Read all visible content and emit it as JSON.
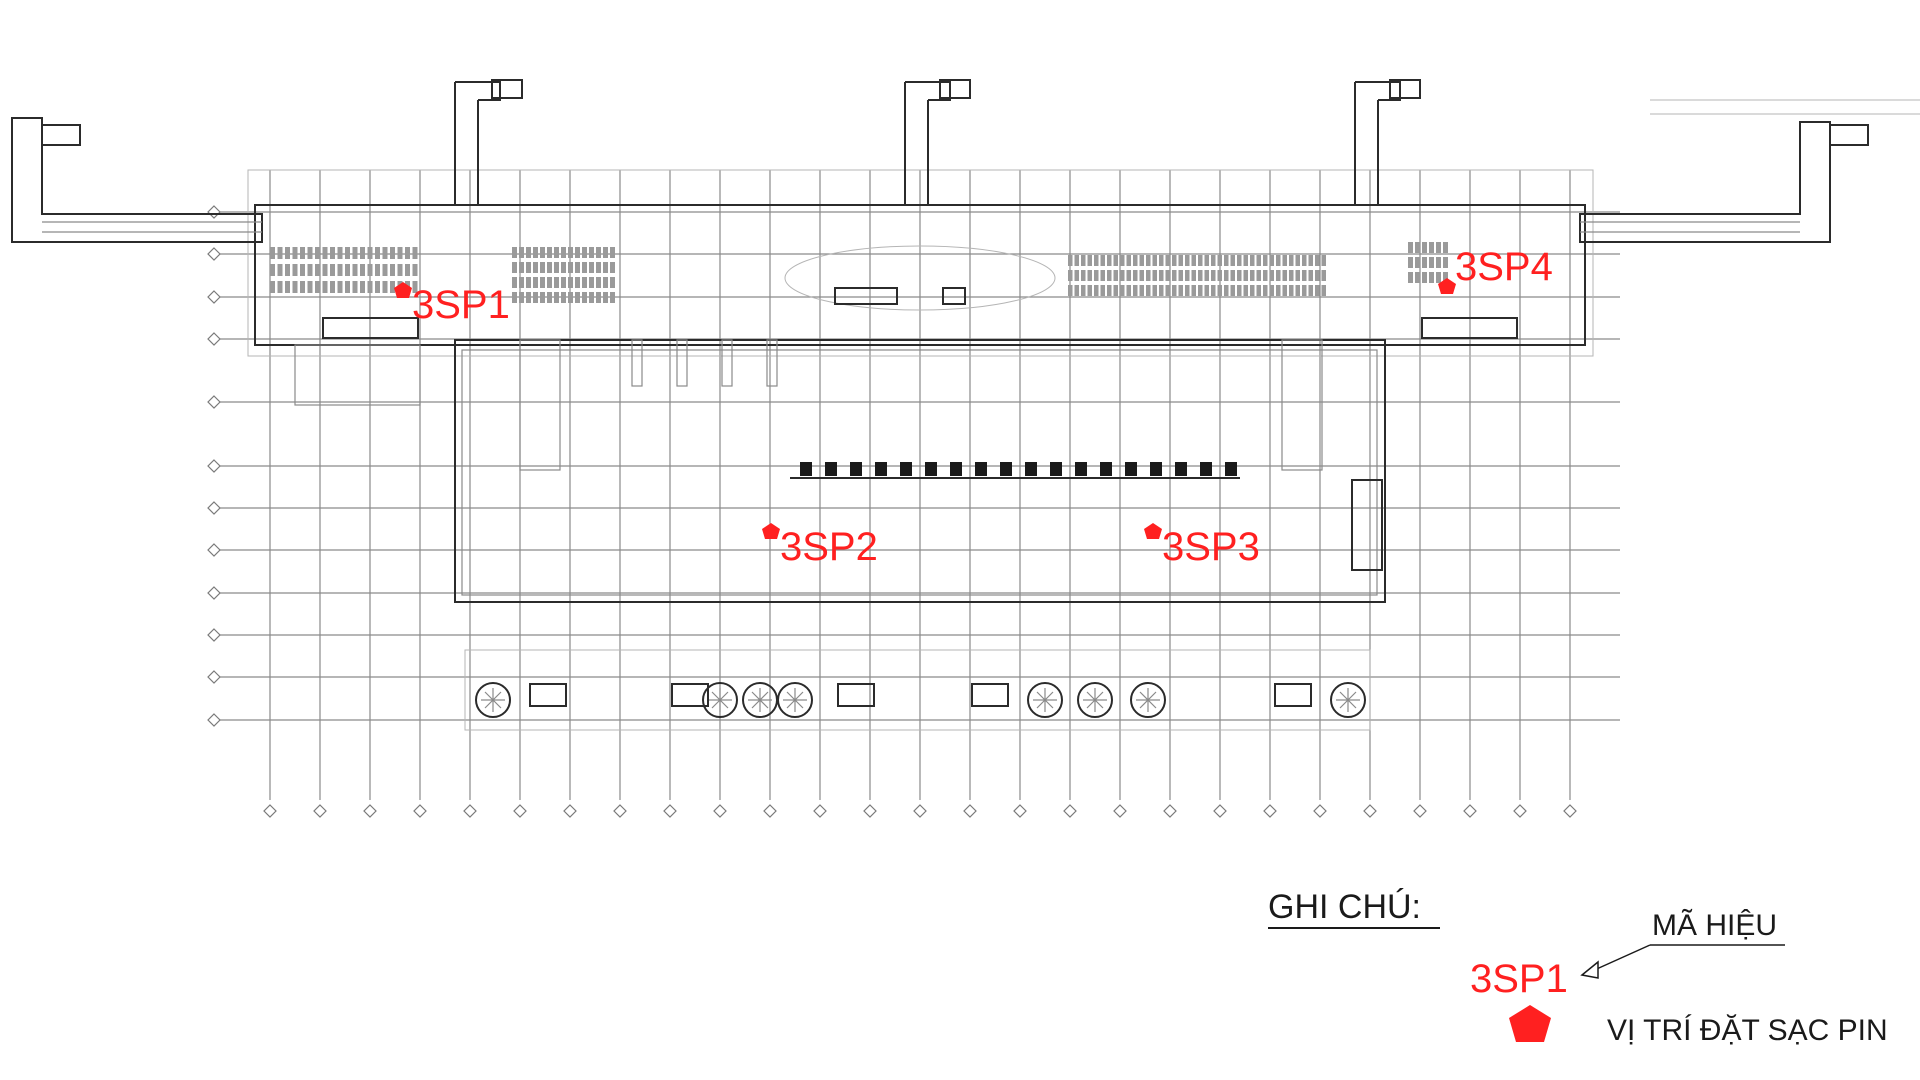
{
  "markers": [
    {
      "code": "3SP1"
    },
    {
      "code": "3SP2"
    },
    {
      "code": "3SP3"
    },
    {
      "code": "3SP4"
    }
  ],
  "marker_color": "#ff2020",
  "legend": {
    "title": "GHI CHÚ:",
    "code_caption": "MÃ HIỆU",
    "example_code": "3SP1",
    "symbol_caption": "VỊ TRÍ ĐẶT SẠC PIN"
  }
}
